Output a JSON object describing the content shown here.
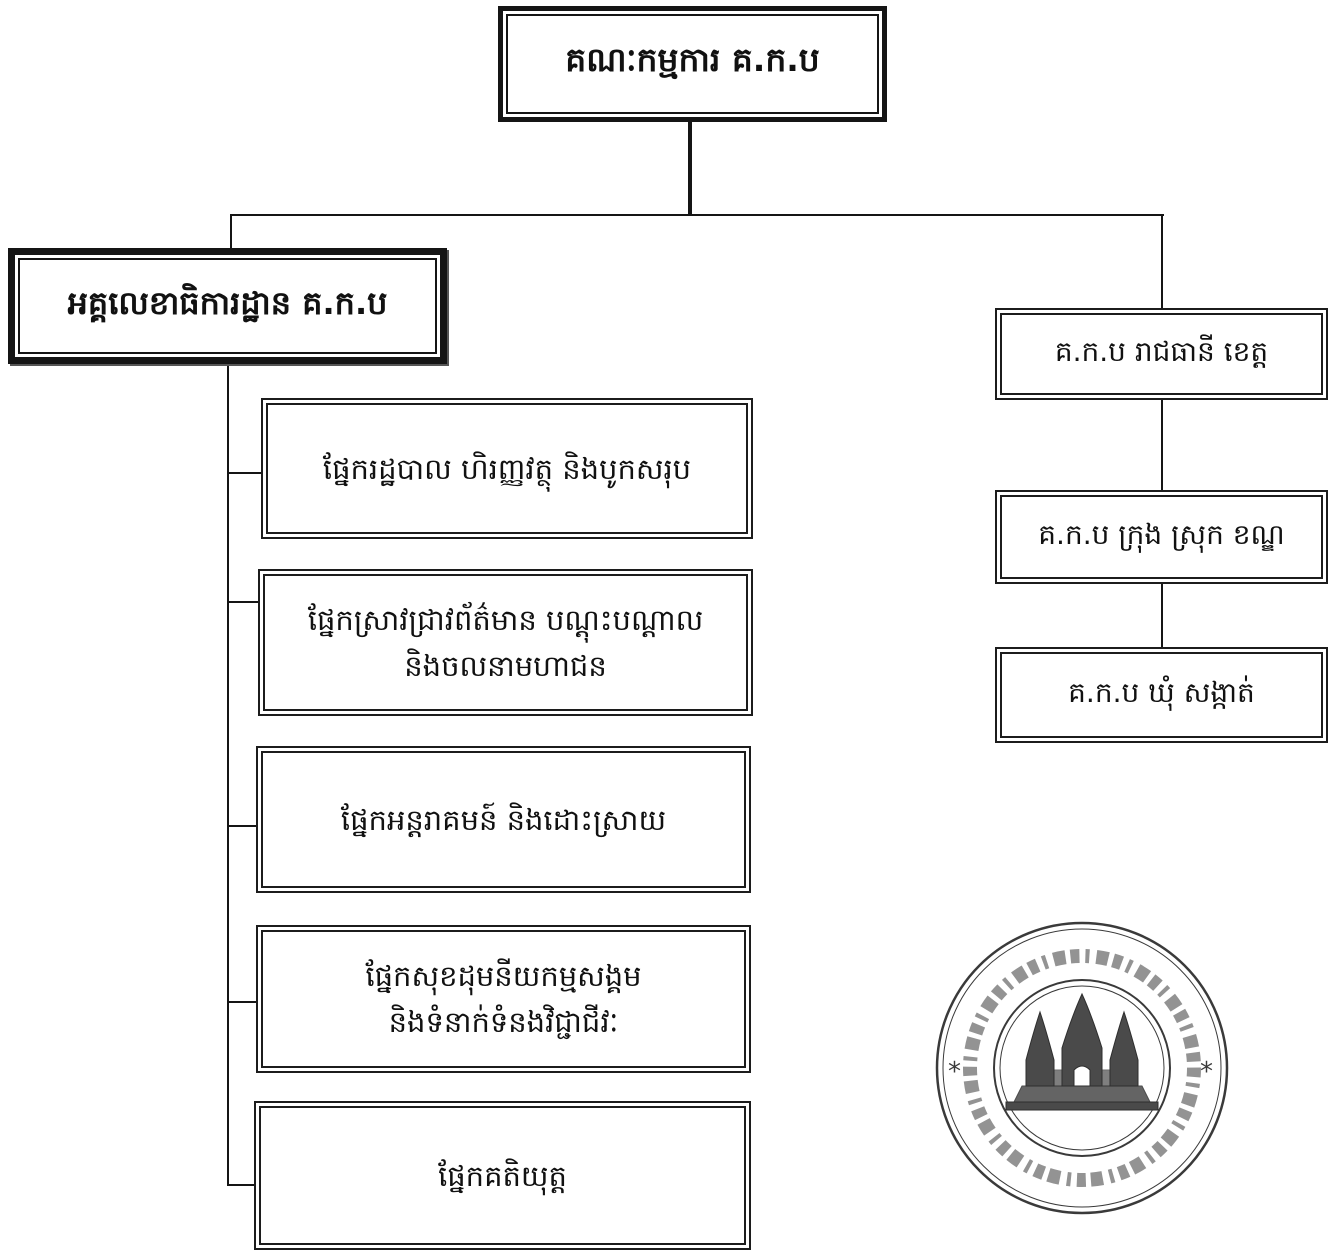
{
  "head": {
    "label": "គណៈកម្មការ គ.ក.ប"
  },
  "secretariat": {
    "label": "អគ្គលេខាធិការដ្ឋាន គ.ក.ប"
  },
  "units": [
    {
      "line1": "ផ្នែករដ្ឋបាល ហិរញ្ញវត្ថុ និងបូកសរុប"
    },
    {
      "line1": "ផ្នែកស្រាវជ្រាវព័ត៌មាន បណ្តុះបណ្តាល",
      "line2": "និងចលនាមហាជន"
    },
    {
      "line1": "ផ្នែកអន្តរាគមន៍ និងដោះស្រាយ"
    },
    {
      "line1": "ផ្នែកសុខដុមនីយកម្មសង្គម",
      "line2": "និងទំនាក់ទំនងវិជ្ជាជីវៈ"
    },
    {
      "line1": "ផ្នែកគតិយុត្ត"
    }
  ],
  "local": [
    {
      "label": "គ.ក.ប រាជធានី ខេត្ត"
    },
    {
      "label": "គ.ក.ប ក្រុង ស្រុក ខណ្ឌ"
    },
    {
      "label": "គ.ក.ប ឃុំ សង្កាត់"
    }
  ],
  "seal": {
    "mark": "*"
  },
  "colors": {
    "ink": "#151515",
    "background": "#ffffff",
    "seal": "#3a3a3a"
  }
}
